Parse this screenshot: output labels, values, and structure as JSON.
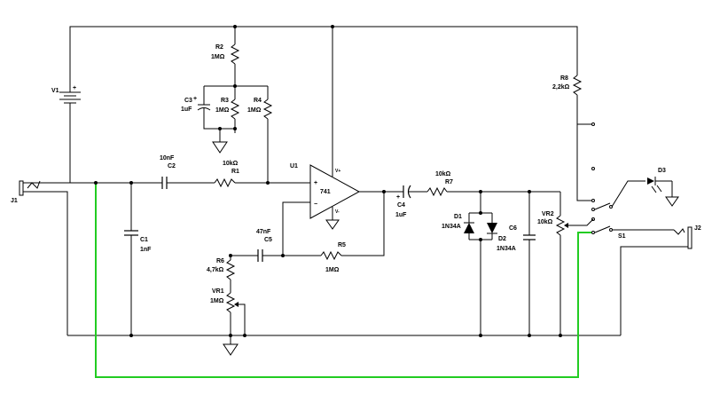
{
  "schematic": {
    "labels": {
      "V1": "V1",
      "R2": "R2",
      "R2_val": "1MΩ",
      "C3": "C3",
      "C3_val": "1uF",
      "R3": "R3",
      "R3_val": "1MΩ",
      "R4": "R4",
      "R4_val": "1MΩ",
      "C2_val": "10nF",
      "C2": "C2",
      "R1_val": "10kΩ",
      "R1": "R1",
      "U1": "U1",
      "U1_val": "741",
      "vplus": "V+",
      "vminus": "V-",
      "plus_sign": "+",
      "minus_sign": "−",
      "C5_val": "47nF",
      "C5": "C5",
      "R5": "R5",
      "R5_val": "1MΩ",
      "R6": "R6",
      "R6_val": "4,7kΩ",
      "VR1": "VR1",
      "VR1_val": "1MΩ",
      "C1": "C1",
      "C1_val": "1nF",
      "J1": "J1",
      "J2": "J2",
      "R7_val": "10kΩ",
      "R7": "R7",
      "C4": "C4",
      "C4_val": "1uF",
      "D1": "D1",
      "D1_val": "1N34A",
      "D2": "D2",
      "D2_val": "1N34A",
      "C6": "C6",
      "VR2": "VR2",
      "VR2_val": "10kΩ",
      "R8": "R8",
      "R8_val": "2,2kΩ",
      "D3": "D3",
      "S1": "S1"
    },
    "colors": {
      "wire": "#000000",
      "highlight_wire": "#22cc22",
      "background": "#ffffff"
    }
  }
}
